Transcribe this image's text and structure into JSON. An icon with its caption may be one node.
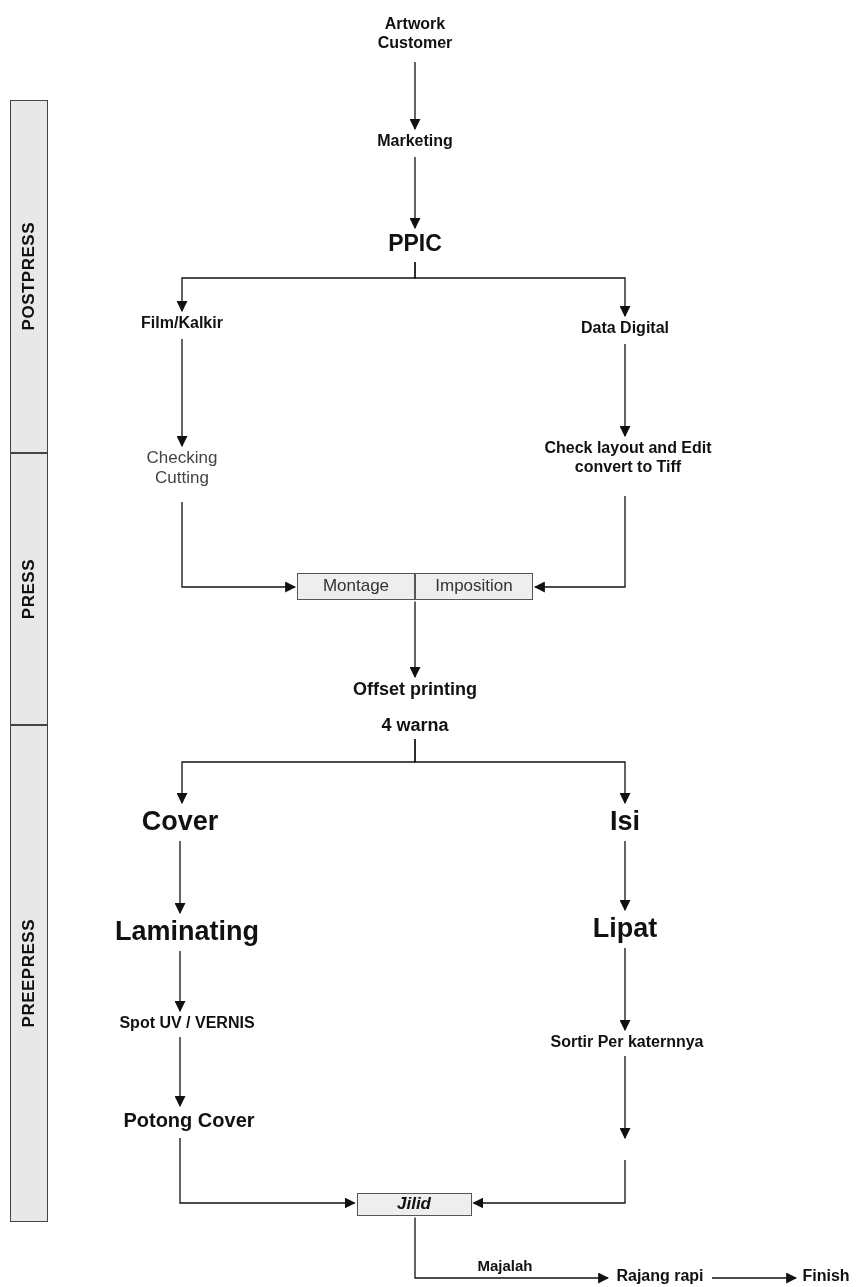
{
  "diagram": {
    "nodes": [
      {
        "text": [
          "Artwork Customer"
        ]
      },
      {
        "text": [
          "Marketing"
        ]
      },
      {
        "text": [
          "PPIC"
        ]
      },
      {
        "text": [
          "Film/Kalkir"
        ]
      },
      {
        "text": [
          "Data Digital"
        ]
      },
      {
        "text": [
          "Checking Cutting"
        ]
      },
      {
        "text": [
          "Check layout and Edit convert to Tiff"
        ]
      },
      {
        "text": [
          "Montage"
        ]
      },
      {
        "text": [
          "Imposition"
        ]
      },
      {
        "text": [
          "Offset printing",
          "4 warna"
        ]
      },
      {
        "text": [
          "Cover"
        ]
      },
      {
        "text": [
          "Isi"
        ]
      },
      {
        "text": [
          "Laminating"
        ]
      },
      {
        "text": [
          "Lipat"
        ]
      },
      {
        "text": [
          "Spot UV / VERNIS"
        ]
      },
      {
        "text": [
          "Sortir Per katernnya"
        ]
      },
      {
        "text": [
          "Potong Cover"
        ]
      },
      {
        "text": [
          "Jilid"
        ]
      },
      {
        "text": [
          "Rajang rapi"
        ]
      },
      {
        "text": [
          "Finish"
        ]
      },
      {
        "text": [
          "POSTPRESS"
        ]
      },
      {
        "text": [
          "PRESS"
        ]
      },
      {
        "text": [
          "PREEPRESS"
        ]
      }
    ],
    "edges": [
      {
        "from": 0,
        "to": 1,
        "arrow": "to"
      },
      {
        "from": 1,
        "to": 2,
        "arrow": "to"
      },
      {
        "from": 2,
        "to": 3,
        "arrow": "to"
      },
      {
        "from": 2,
        "to": 4,
        "arrow": "to"
      },
      {
        "from": 3,
        "to": 5,
        "arrow": "to"
      },
      {
        "from": 4,
        "to": 6,
        "arrow": "to"
      },
      {
        "from": 5,
        "to": 7,
        "arrow": "to"
      },
      {
        "from": 6,
        "to": 8,
        "arrow": "to"
      },
      {
        "from": 7,
        "to": 9,
        "arrow": "to"
      },
      {
        "from": 9,
        "to": 10,
        "arrow": "to"
      },
      {
        "from": 9,
        "to": 11,
        "arrow": "to"
      },
      {
        "from": 10,
        "to": 12,
        "arrow": "to"
      },
      {
        "from": 11,
        "to": 13,
        "arrow": "to"
      },
      {
        "from": 12,
        "to": 14,
        "arrow": "to"
      },
      {
        "from": 13,
        "to": 15,
        "arrow": "to"
      },
      {
        "from": 14,
        "to": 16,
        "arrow": "to"
      },
      {
        "from": 15,
        "to": null,
        "arrow": "to"
      },
      {
        "from": null,
        "to": 17,
        "arrow": "to"
      },
      {
        "from": 16,
        "to": 17,
        "arrow": "to"
      },
      {
        "from": 17,
        "to": 18,
        "arrow": "to",
        "label": "Majalah"
      },
      {
        "from": 18,
        "to": 19,
        "arrow": "to"
      }
    ]
  }
}
